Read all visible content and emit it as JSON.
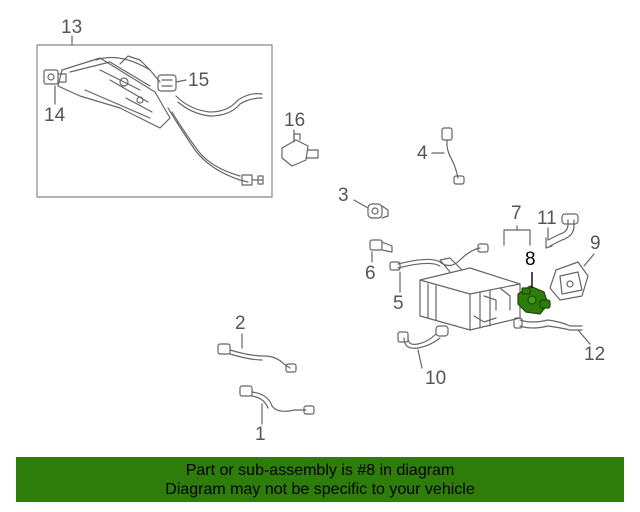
{
  "callouts": [
    {
      "id": "13",
      "label": "13"
    },
    {
      "id": "14",
      "label": "14"
    },
    {
      "id": "15",
      "label": "15"
    },
    {
      "id": "16",
      "label": "16"
    },
    {
      "id": "4",
      "label": "4"
    },
    {
      "id": "3",
      "label": "3"
    },
    {
      "id": "7",
      "label": "7"
    },
    {
      "id": "11",
      "label": "11"
    },
    {
      "id": "9",
      "label": "9"
    },
    {
      "id": "8",
      "label": "8"
    },
    {
      "id": "6",
      "label": "6"
    },
    {
      "id": "5",
      "label": "5"
    },
    {
      "id": "2",
      "label": "2"
    },
    {
      "id": "10",
      "label": "10"
    },
    {
      "id": "12",
      "label": "12"
    },
    {
      "id": "1",
      "label": "1"
    }
  ],
  "highlight_part": "8",
  "colors": {
    "banner": "#2e7d0a",
    "highlight_part": "#2e7d0a",
    "line": "#666666"
  },
  "banner": {
    "line1": "Part or sub-assembly is #8 in diagram",
    "line2": "Diagram may not be specific to your vehicle"
  }
}
